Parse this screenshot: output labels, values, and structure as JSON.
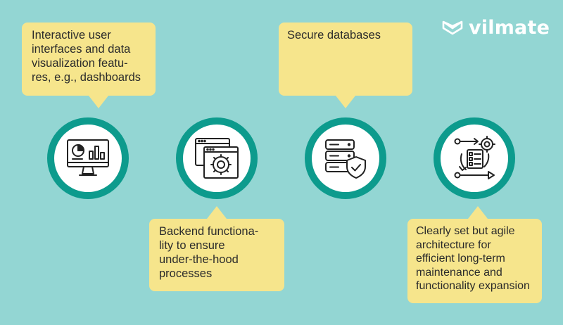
{
  "brand": {
    "name": "vilmate",
    "icon": "envelope-logo-icon"
  },
  "colors": {
    "background": "#93d6d3",
    "bubble": "#f6e58c",
    "ring": "#0d9b8d",
    "icon_stroke": "#222222"
  },
  "items": [
    {
      "icon": "dashboard-monitor-icon",
      "text": "Interactive user\ninterfaces and data\nvisualization featu-\nres, e.g., dashboards"
    },
    {
      "icon": "settings-window-icon",
      "text": "Backend functiona-\nlity to ensure\nunder-the-hood\nprocesses"
    },
    {
      "icon": "secure-database-icon",
      "text": "Secure databases"
    },
    {
      "icon": "architecture-workflow-icon",
      "text": "Clearly set but agile\narchitecture for\nefficient long-term\nmaintenance and\nfunctionality expansion"
    }
  ]
}
